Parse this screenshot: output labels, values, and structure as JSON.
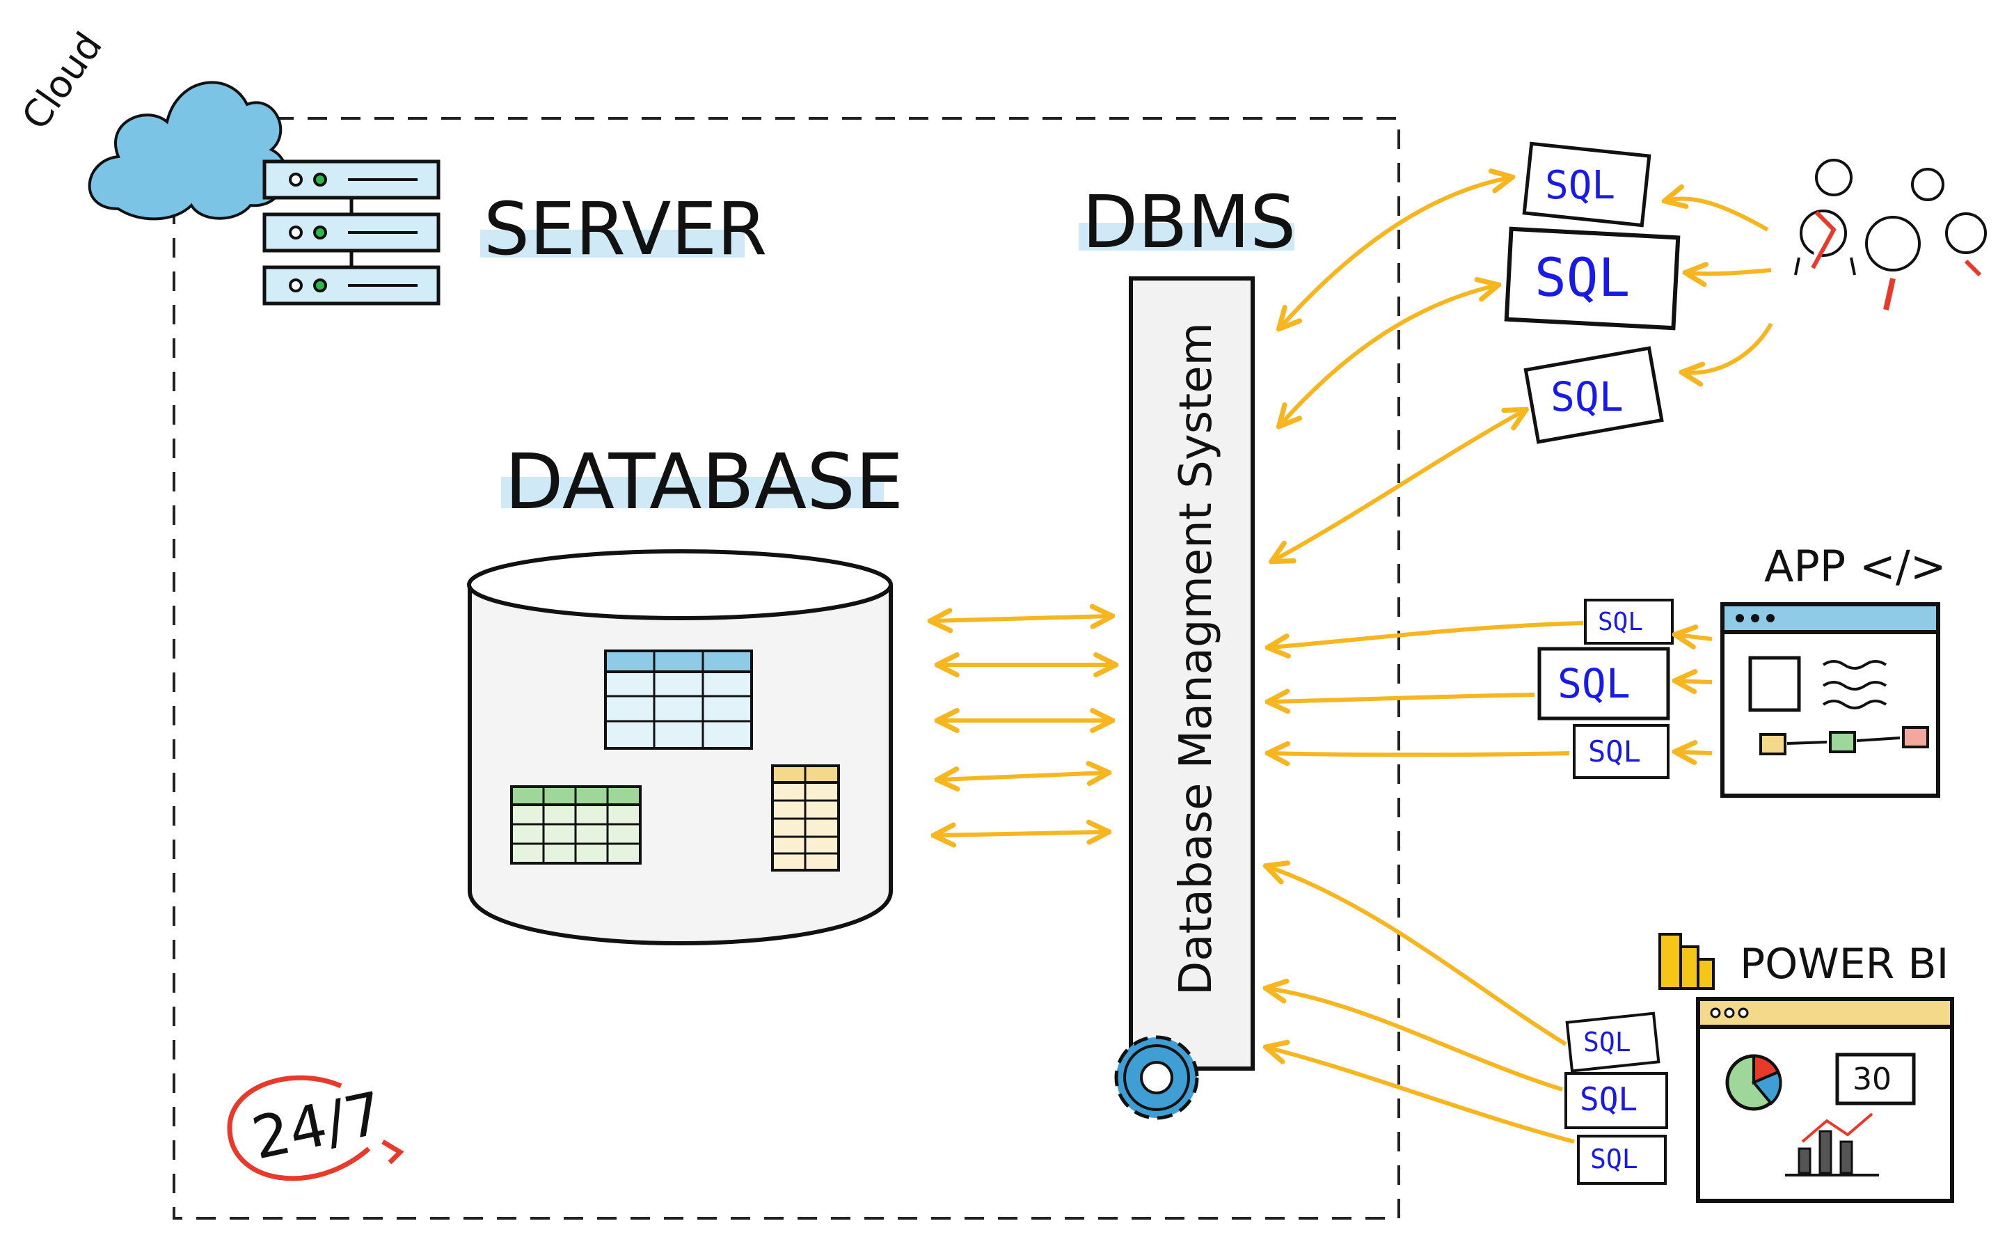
{
  "labels": {
    "cloud": "Cloud",
    "server": "SERVER",
    "dbms": "DBMS",
    "database": "DATABASE",
    "dbms_vertical": "Database  Managment  System",
    "uptime": "24/7",
    "app": "APP </>",
    "powerbi": "POWER BI",
    "kpi": "30",
    "sql": "SQL"
  },
  "icons": [
    "cloud-icon",
    "server-icon",
    "database-cylinder-icon",
    "gear-icon",
    "clock-icon",
    "people-icon",
    "app-window-icon",
    "powerbi-logo-icon",
    "dashboard-window-icon"
  ],
  "colors": {
    "arrow": "#f7b61f",
    "cloud": "#7cc4e6",
    "server_fill": "#d2edf7",
    "led": "#2db84a",
    "gear": "#3f9fd4",
    "clock": "#e83a2a",
    "sql_text": "#1a1ae6",
    "label_highlight": "#cfeaf6"
  }
}
